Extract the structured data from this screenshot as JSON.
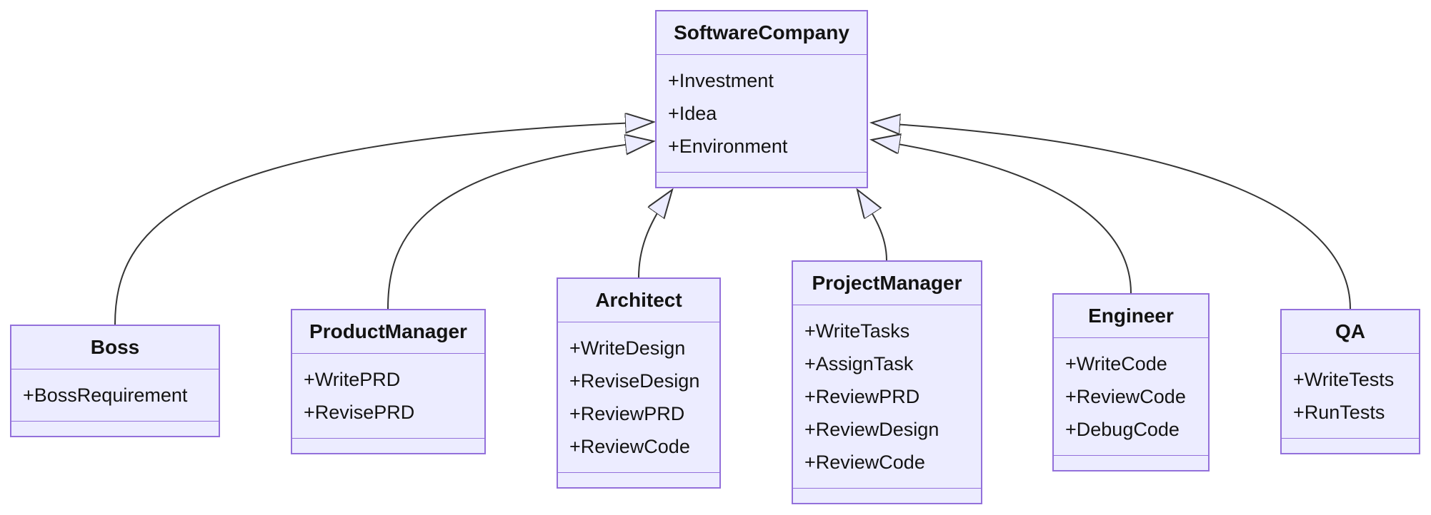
{
  "diagram": {
    "kind": "uml-class-diagram",
    "relationship_type": "inheritance"
  },
  "colors": {
    "node_fill": "#ECECFF",
    "node_border": "#9370DB",
    "edge_line": "#343434",
    "text": "#131313",
    "background": "#FFFFFF"
  },
  "classes": [
    {
      "name": "SoftwareCompany",
      "attributes": [
        "+Investment",
        "+Idea",
        "+Environment"
      ],
      "methods": []
    },
    {
      "name": "Boss",
      "attributes": [
        "+BossRequirement"
      ],
      "methods": []
    },
    {
      "name": "ProductManager",
      "attributes": [
        "+WritePRD",
        "+RevisePRD"
      ],
      "methods": []
    },
    {
      "name": "Architect",
      "attributes": [
        "+WriteDesign",
        "+ReviseDesign",
        "+ReviewPRD",
        "+ReviewCode"
      ],
      "methods": []
    },
    {
      "name": "ProjectManager",
      "attributes": [
        "+WriteTasks",
        "+AssignTask",
        "+ReviewPRD",
        "+ReviewDesign",
        "+ReviewCode"
      ],
      "methods": []
    },
    {
      "name": "Engineer",
      "attributes": [
        "+WriteCode",
        "+ReviewCode",
        "+DebugCode"
      ],
      "methods": []
    },
    {
      "name": "QA",
      "attributes": [
        "+WriteTests",
        "+RunTests"
      ],
      "methods": []
    }
  ],
  "edges": [
    {
      "from": "Boss",
      "to": "SoftwareCompany",
      "type": "inheritance"
    },
    {
      "from": "ProductManager",
      "to": "SoftwareCompany",
      "type": "inheritance"
    },
    {
      "from": "Architect",
      "to": "SoftwareCompany",
      "type": "inheritance"
    },
    {
      "from": "ProjectManager",
      "to": "SoftwareCompany",
      "type": "inheritance"
    },
    {
      "from": "Engineer",
      "to": "SoftwareCompany",
      "type": "inheritance"
    },
    {
      "from": "QA",
      "to": "SoftwareCompany",
      "type": "inheritance"
    }
  ]
}
